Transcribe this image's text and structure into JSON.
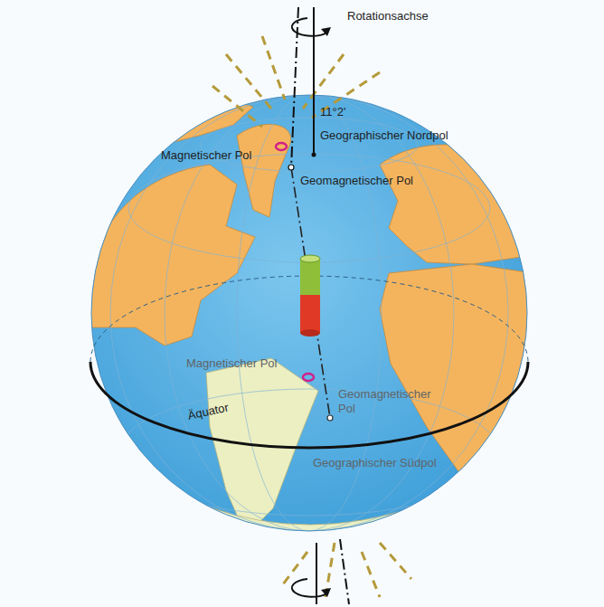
{
  "diagram": {
    "labels": [
      "Rotationsachse",
      "11°2'",
      "Geographischer Nordpol",
      "Magnetischer Pol",
      "Geomagnetischer Pol",
      "Magnetischer Pol",
      "Geomagnetischer Pol",
      "Äquator",
      "Geographischer Südpol"
    ]
  }
}
